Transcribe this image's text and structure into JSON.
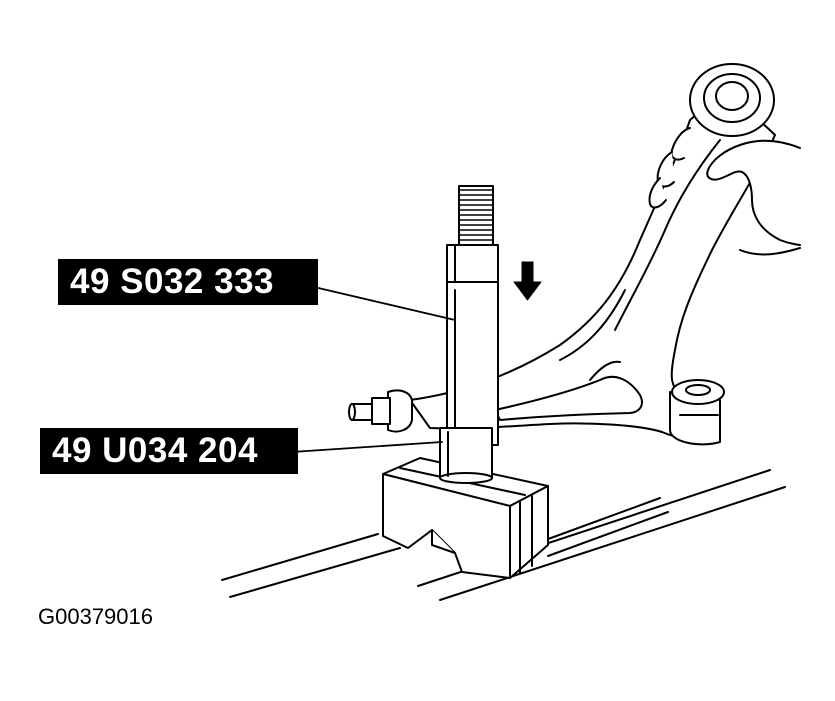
{
  "callouts": {
    "top_tool": "49 S032 333",
    "bottom_tool": "49 U034 204"
  },
  "figure_id": "G00379016",
  "colors": {
    "line": "#000000",
    "background": "#ffffff",
    "callout_background": "#000000",
    "callout_text": "#ffffff"
  },
  "icons": {
    "direction": "arrow-down-icon"
  }
}
